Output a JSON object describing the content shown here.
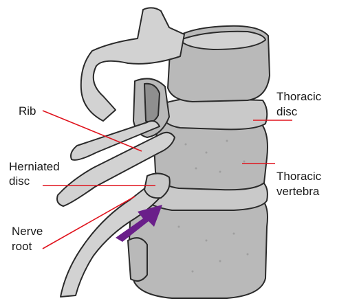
{
  "labels": {
    "rib": "Rib",
    "herniated_disc_1": "Herniated",
    "herniated_disc_2": "disc",
    "nerve_root_1": "Nerve",
    "nerve_root_2": "root",
    "thoracic_disc_1": "Thoracic",
    "thoracic_disc_2": "disc",
    "thoracic_vertebra_1": "Thoracic",
    "thoracic_vertebra_2": "vertebra"
  },
  "colors": {
    "leader_lines": "#e0141e",
    "arrow": "#6a1f8a",
    "bone": "#b9b9b9",
    "outline": "#2a2a2a"
  },
  "icons": {
    "arrow": "arrow-pointing-to-herniation-icon"
  }
}
